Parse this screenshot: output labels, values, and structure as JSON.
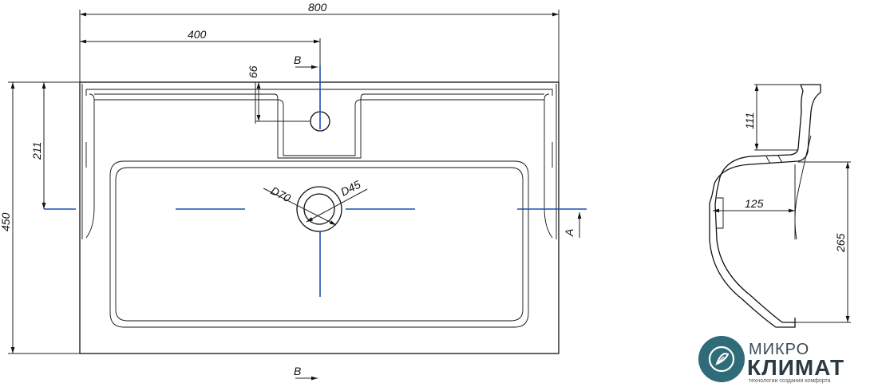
{
  "top_view": {
    "dimensions": {
      "overall_width": "800",
      "to_faucet_hole": "400",
      "faucet_offset": "66",
      "overall_depth": "450",
      "depth_to_drain": "211",
      "drain_outer": "D70",
      "drain_inner": "D45"
    },
    "section_markers": {
      "top": "B",
      "bottom": "B",
      "side": "A"
    }
  },
  "section_view": {
    "dimensions": {
      "rim_height": "111",
      "bowl_depth": "125",
      "total_height": "265"
    }
  },
  "logo": {
    "line1": "МИКРО",
    "line2": "КЛИМАТ",
    "tagline": "технологии создания комфорта",
    "color": "#2f6b78"
  },
  "colors": {
    "axis": "#1f4fb0",
    "line": "#111111"
  }
}
